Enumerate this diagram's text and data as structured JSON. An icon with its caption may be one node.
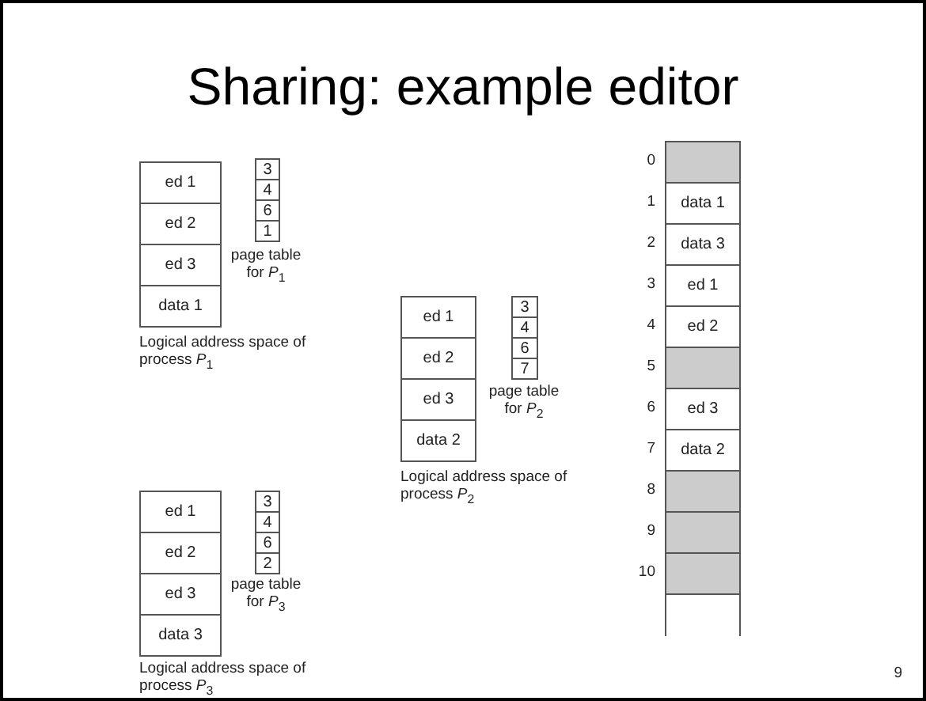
{
  "diagram": {
    "title": "Sharing: example editor",
    "nodes": [
      {
        "text": [
          "ed 1"
        ]
      },
      {
        "text": [
          "ed 2"
        ]
      },
      {
        "text": [
          "ed 3"
        ]
      },
      {
        "text": [
          "data 1"
        ]
      },
      {
        "text": [
          "3"
        ]
      },
      {
        "text": [
          "4"
        ]
      },
      {
        "text": [
          "6"
        ]
      },
      {
        "text": [
          "1"
        ]
      },
      {
        "text": [
          "ed 1"
        ]
      },
      {
        "text": [
          "ed 2"
        ]
      },
      {
        "text": [
          "ed 3"
        ]
      },
      {
        "text": [
          "data 2"
        ]
      },
      {
        "text": [
          "3"
        ]
      },
      {
        "text": [
          "4"
        ]
      },
      {
        "text": [
          "6"
        ]
      },
      {
        "text": [
          "7"
        ]
      },
      {
        "text": [
          "ed 1"
        ]
      },
      {
        "text": [
          "ed 2"
        ]
      },
      {
        "text": [
          "ed 3"
        ]
      },
      {
        "text": [
          "data 3"
        ]
      },
      {
        "text": [
          "3"
        ]
      },
      {
        "text": [
          "4"
        ]
      },
      {
        "text": [
          "6"
        ]
      },
      {
        "text": [
          "2"
        ]
      },
      {
        "text": [],
        "shape": "box"
      },
      {
        "text": [
          "data 1"
        ]
      },
      {
        "text": [
          "data 3"
        ]
      },
      {
        "text": [
          "ed 1"
        ]
      },
      {
        "text": [
          "ed 2"
        ]
      },
      {
        "text": [],
        "shape": "box"
      },
      {
        "text": [
          "ed 3"
        ]
      },
      {
        "text": [
          "data 2"
        ]
      },
      {
        "text": [],
        "shape": "box"
      },
      {
        "text": [],
        "shape": "box"
      },
      {
        "text": [],
        "shape": "box"
      },
      {
        "text": [],
        "shape": "box"
      }
    ],
    "labels": [
      "page table for *P*$_{1}$",
      "Logical address space of process *P*$_{1}$",
      "page table for *P*$_{2}$",
      "Logical address space of process *P*$_{2}$",
      "page table for *P*$_{3}$",
      "Logical address space of process *P*$_{3}$",
      "0",
      "1",
      "2",
      "3",
      "4",
      "5",
      "6",
      "7",
      "8",
      "9",
      "10",
      "9"
    ]
  }
}
